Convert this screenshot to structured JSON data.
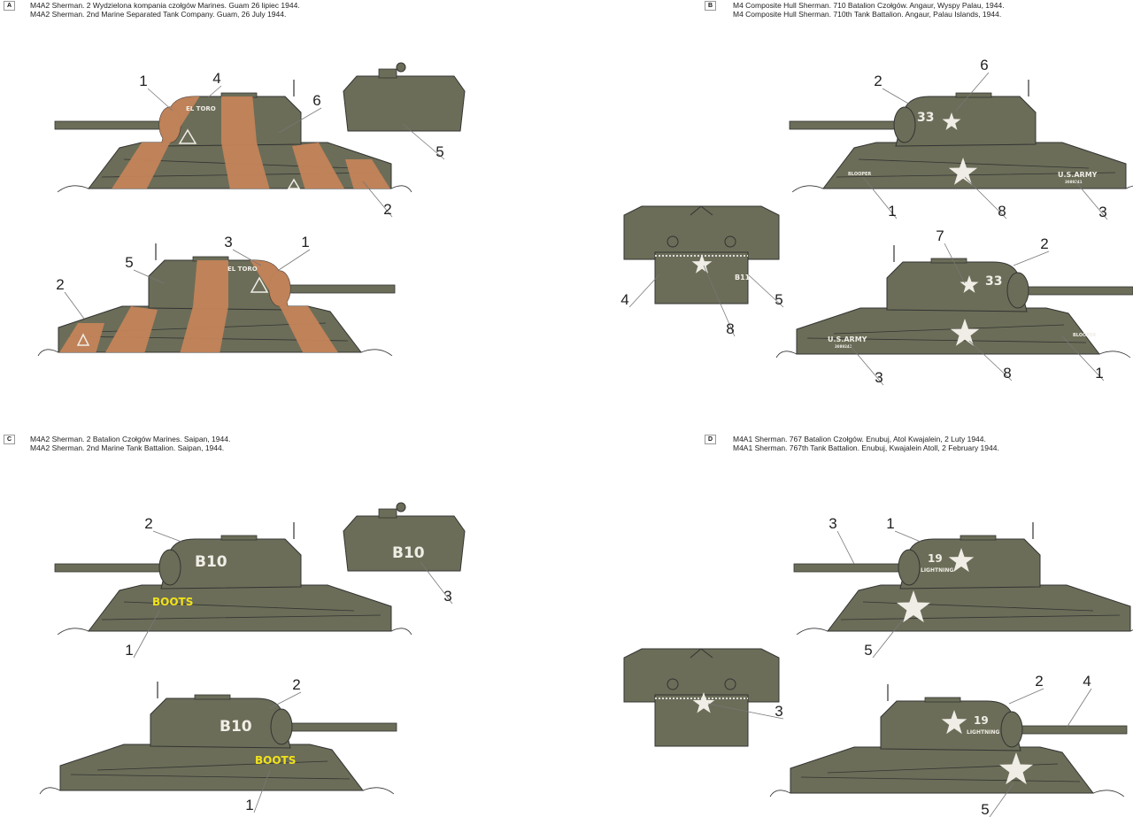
{
  "colors": {
    "olive": "#6b6d58",
    "camo_orange": "#c4845a",
    "marking_white": "#f0ede6",
    "marking_yellow": "#f2e21a",
    "outline": "#333333"
  },
  "sections": [
    {
      "badge": "A",
      "title_pl": "M4A2 Sherman. 2 Wydzielona kompania czołgów Marines. Guam 26 lipiec 1944.",
      "title_en": "M4A2 Sherman. 2nd Marine Separated Tank Company. Guam, 26 July 1944.",
      "markings": {
        "name": "EL TORO"
      },
      "callouts": [
        "1",
        "4",
        "6",
        "5",
        "2",
        "3",
        "1",
        "5",
        "2"
      ]
    },
    {
      "badge": "B",
      "title_pl": "M4 Composite Hull Sherman. 710 Batalion Czołgów. Angaur, Wyspy Palau, 1944.",
      "title_en": "M4 Composite Hull Sherman. 710th Tank Battalion. Angaur, Palau Islands, 1944.",
      "markings": {
        "number": "33",
        "name": "BLOOPER",
        "army": "U.S.ARMY",
        "serial": "3089241",
        "rear": "B11"
      },
      "callouts": [
        "2",
        "6",
        "1",
        "8",
        "3",
        "7",
        "2",
        "3",
        "8",
        "1",
        "4",
        "5",
        "8"
      ]
    },
    {
      "badge": "C",
      "title_pl": "M4A2 Sherman. 2 Batalion Czołgów Marines. Saipan, 1944.",
      "title_en": "M4A2 Sherman. 2nd Marine Tank Battalion. Saipan, 1944.",
      "markings": {
        "number": "B10",
        "name": "BOOTS"
      },
      "callouts": [
        "2",
        "1",
        "3",
        "2",
        "1"
      ]
    },
    {
      "badge": "D",
      "title_pl": "M4A1 Sherman. 767 Batalion Czołgów. Enubuj, Atol Kwajalein, 2 Luty 1944.",
      "title_en": "M4A1 Sherman. 767th Tank Battalion. Enubuj, Kwajalein Atoll, 2 February 1944.",
      "markings": {
        "number": "19",
        "name": "LIGHTNING"
      },
      "callouts": [
        "3",
        "1",
        "5",
        "3",
        "2",
        "4",
        "5"
      ]
    }
  ]
}
